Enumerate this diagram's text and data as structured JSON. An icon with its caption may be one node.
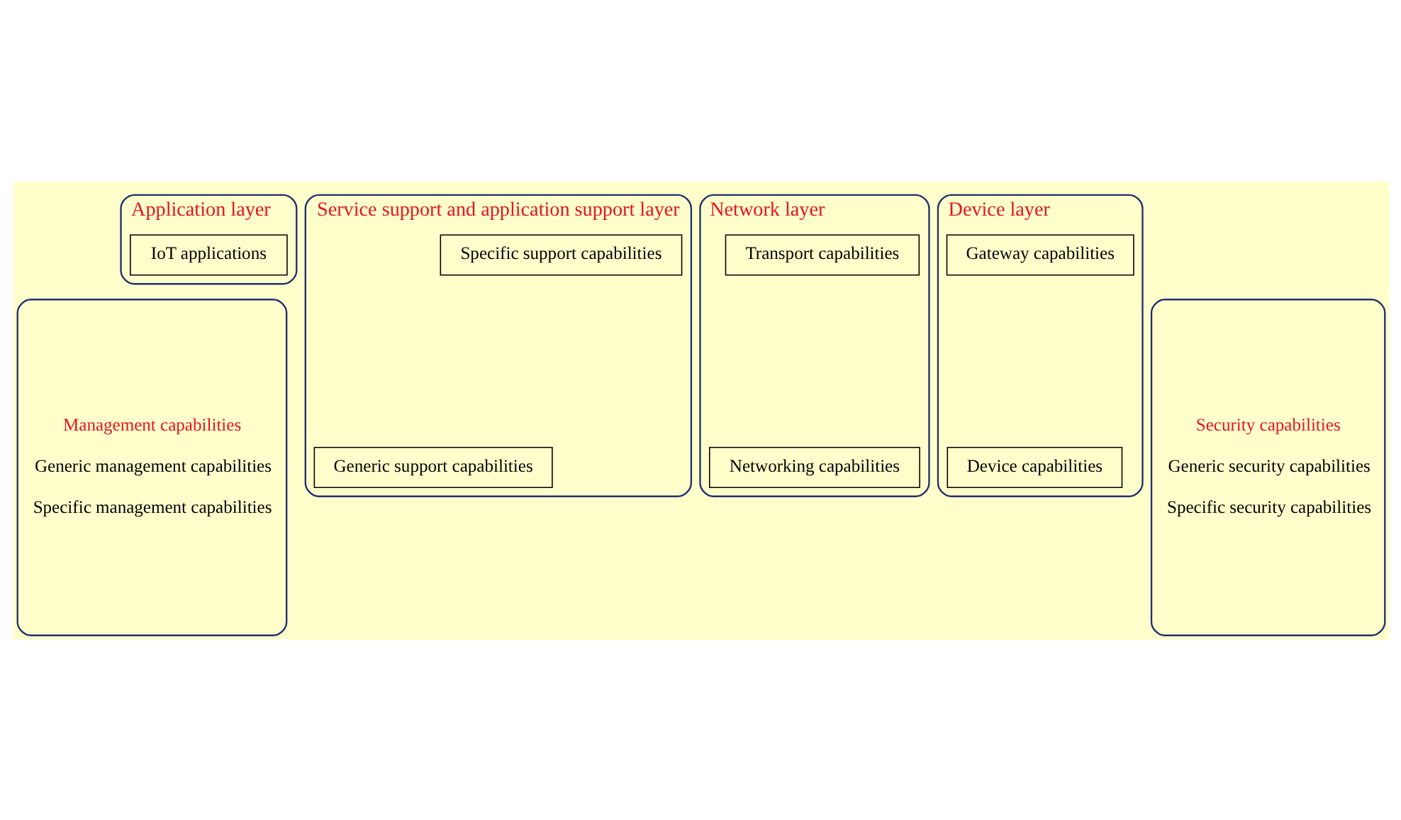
{
  "diagram": {
    "nodes": [
      {
        "text": [
          "Management capabilities",
          "Generic management capabilities",
          "Specific management capabilities"
        ]
      },
      {
        "text": [
          "Application layer"
        ]
      },
      {
        "text": [
          "IoT applications"
        ],
        "in": 1
      },
      {
        "text": [
          "Service support and application support layer"
        ]
      },
      {
        "text": [
          "Generic support capabilities"
        ],
        "in": 3
      },
      {
        "text": [
          "Specific support capabilities"
        ],
        "in": 3
      },
      {
        "text": [
          "Network layer"
        ]
      },
      {
        "text": [
          "Networking capabilities"
        ],
        "in": 6
      },
      {
        "text": [
          "Transport capabilities"
        ],
        "in": 6
      },
      {
        "text": [
          "Device layer"
        ]
      },
      {
        "text": [
          "Device capabilities"
        ],
        "in": 9
      },
      {
        "text": [
          "Gateway capabilities"
        ],
        "in": 9
      },
      {
        "text": [
          "Security capabilities",
          "Generic security capabilities",
          "Specific security capabilities"
        ]
      }
    ],
    "edges": []
  }
}
